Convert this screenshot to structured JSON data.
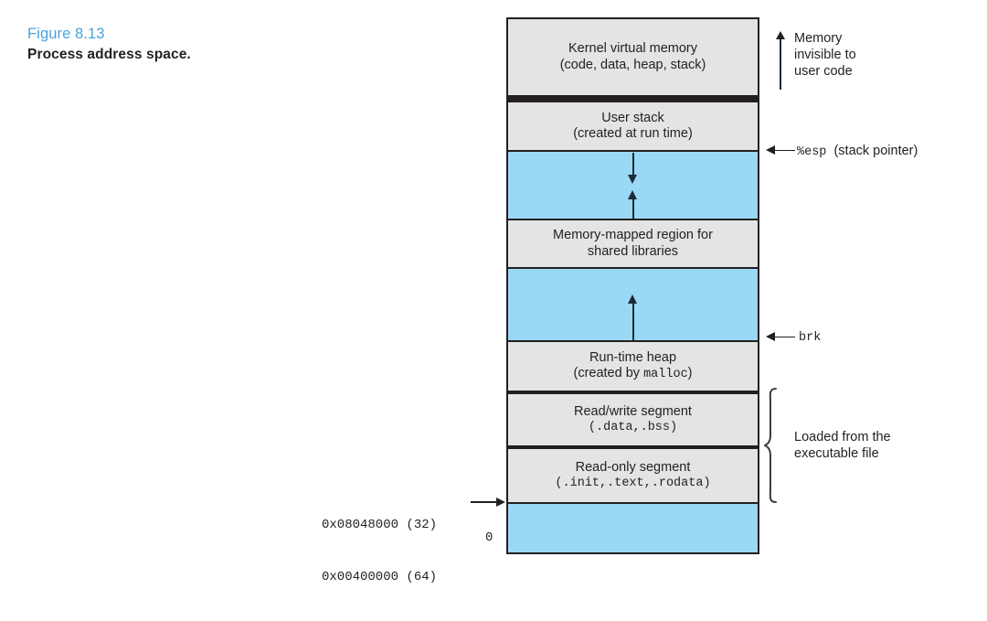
{
  "figure": {
    "number": "Figure 8.13",
    "title": "Process address space."
  },
  "diagram": {
    "accent_color": "#4aa3dc",
    "fill_gray": "#e4e4e4",
    "fill_blue": "#9ad8f5",
    "stroke": "#231f20",
    "regions": [
      {
        "id": "kernel-virtual-memory",
        "fill": "gray",
        "line1": "Kernel virtual memory",
        "line2": "(code, data, heap, stack)"
      },
      {
        "id": "user-stack",
        "fill": "gray",
        "line1": "User stack",
        "line2": "(created at run time)"
      },
      {
        "id": "stack-gap",
        "fill": "blue",
        "line1": "",
        "line2": ""
      },
      {
        "id": "memory-mapped-region",
        "fill": "gray",
        "line1": "Memory-mapped region for",
        "line2": "shared libraries"
      },
      {
        "id": "heap-gap",
        "fill": "blue",
        "line1": "",
        "line2": ""
      },
      {
        "id": "run-time-heap",
        "fill": "gray",
        "line1": "Run-time heap",
        "line2_prefix": "(created by ",
        "line2_mono": "malloc",
        "line2_suffix": ")"
      },
      {
        "id": "read-write-segment",
        "fill": "gray",
        "line1": "Read/write segment",
        "line2_mono": "(.data,.bss)"
      },
      {
        "id": "read-only-segment",
        "fill": "gray",
        "line1": "Read-only segment",
        "line2_mono": "(.init,.text,.rodata)"
      },
      {
        "id": "unmapped-low-memory",
        "fill": "blue",
        "line1": "",
        "line2": ""
      }
    ],
    "annotations": {
      "kernel_note": "Memory\ninvisible to\nuser code",
      "kernel_note_l1": "Memory",
      "kernel_note_l2": "invisible to",
      "kernel_note_l3": "user code",
      "esp_symbol": "%esp",
      "esp_desc": "(stack pointer)",
      "brk_symbol": "brk",
      "loaded_l1": "Loaded from the",
      "loaded_l2": "executable file"
    },
    "addresses": {
      "addr32": "0x08048000 (32)",
      "addr64": "0x00400000 (64)",
      "zero": "0"
    }
  }
}
